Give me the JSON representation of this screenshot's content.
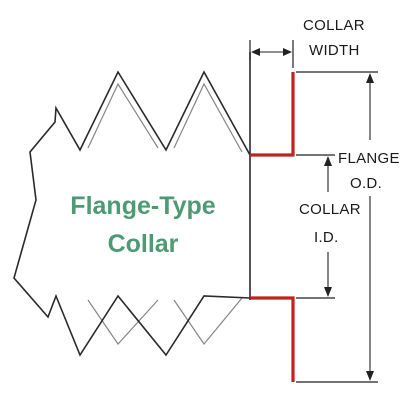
{
  "title": {
    "line1": "Flange-Type",
    "line2": "Collar"
  },
  "labels": {
    "collar_width_1": "COLLAR",
    "collar_width_2": "WIDTH",
    "flange_od_1": "FLANGE",
    "flange_od_2": "O.D.",
    "collar_id_1": "COLLAR",
    "collar_id_2": "I.D."
  },
  "colors": {
    "title_text": "#4e9a73",
    "collar_red": "#c0221f",
    "outline": "#2a2a2a"
  }
}
